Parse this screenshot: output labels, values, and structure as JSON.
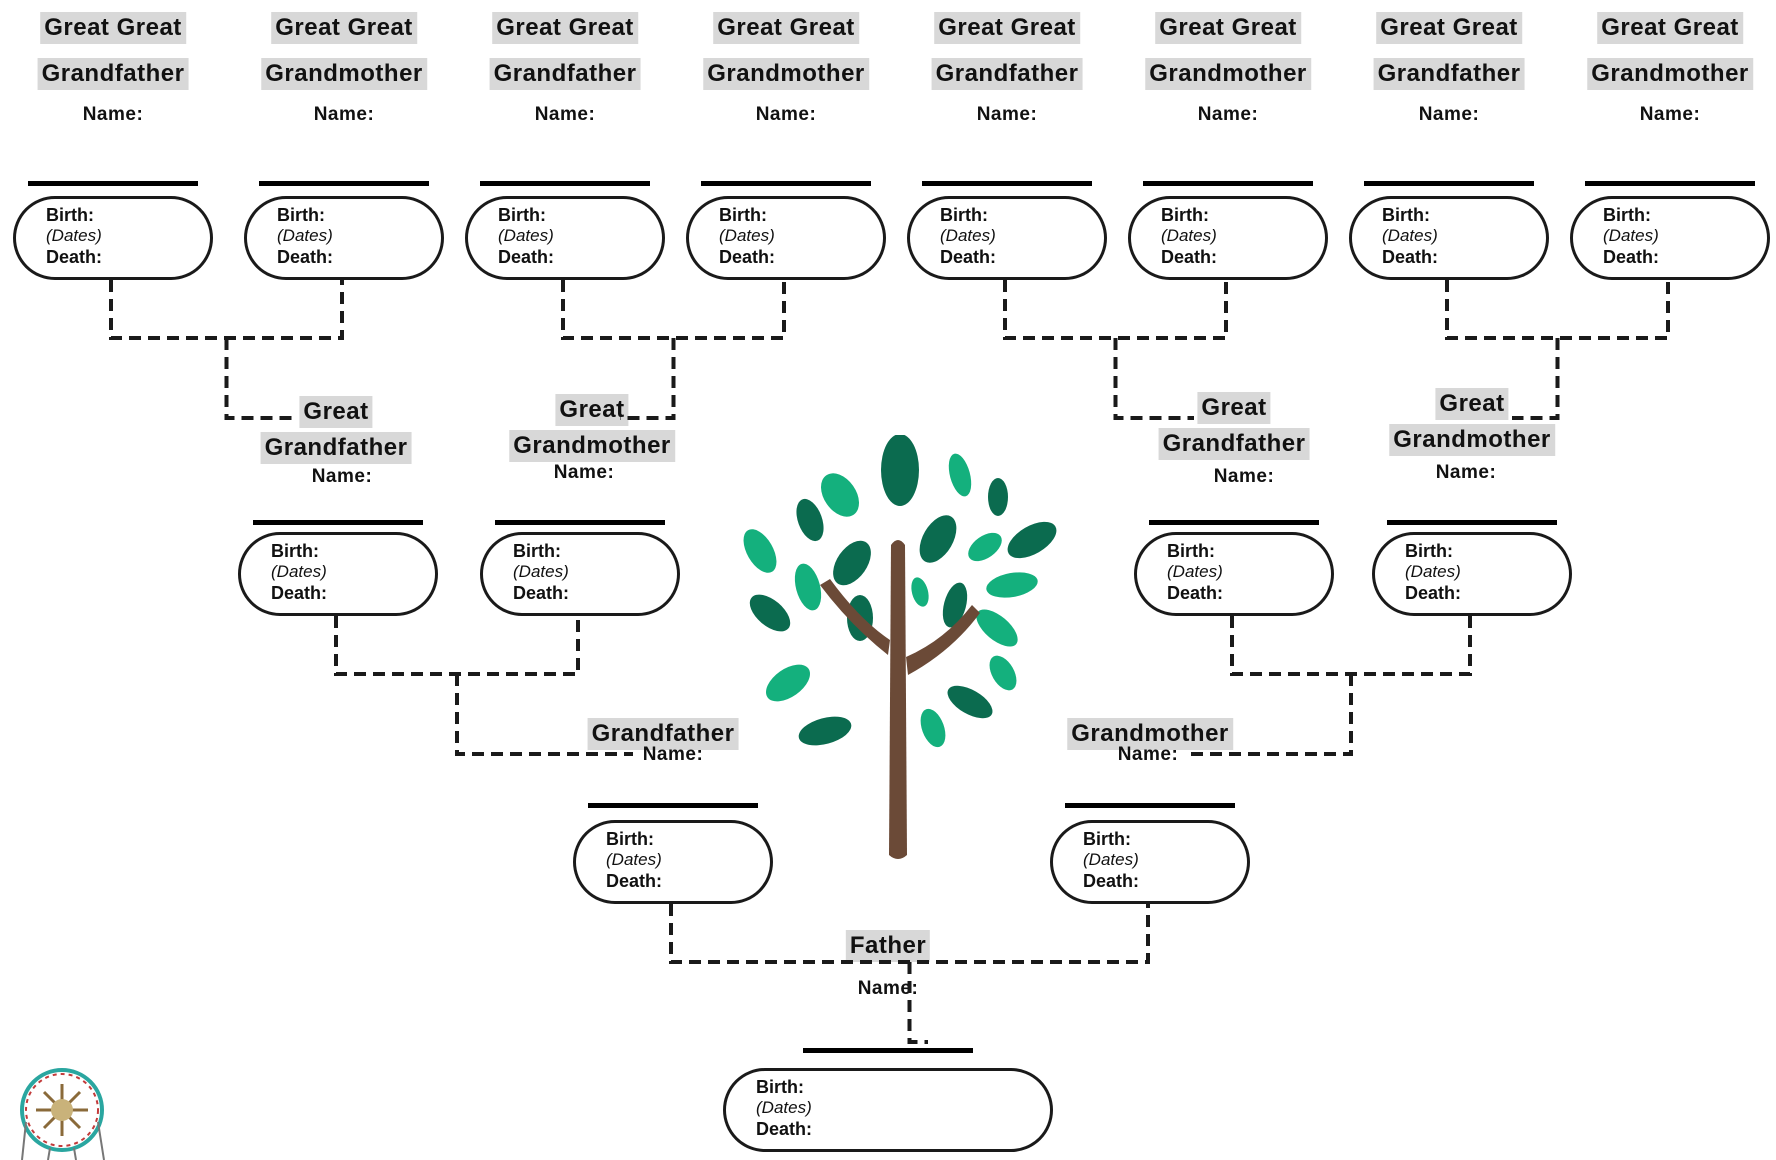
{
  "labels": {
    "birth": "Birth:",
    "dates": "(Dates)",
    "death": "Death:",
    "name": "Name:"
  },
  "generations": [
    {
      "level": "great-great-grandparents",
      "members": [
        {
          "role_line1": "Great Great",
          "role_line2": "Grandfather"
        },
        {
          "role_line1": "Great Great",
          "role_line2": "Grandmother"
        },
        {
          "role_line1": "Great Great",
          "role_line2": "Grandfather"
        },
        {
          "role_line1": "Great Great",
          "role_line2": "Grandmother"
        },
        {
          "role_line1": "Great Great",
          "role_line2": "Grandfather"
        },
        {
          "role_line1": "Great Great",
          "role_line2": "Grandmother"
        },
        {
          "role_line1": "Great Great",
          "role_line2": "Grandfather"
        },
        {
          "role_line1": "Great Great",
          "role_line2": "Grandmother"
        }
      ]
    },
    {
      "level": "great-grandparents",
      "members": [
        {
          "role_line1": "Great",
          "role_line2": "Grandfather"
        },
        {
          "role_line1": "Great",
          "role_line2": "Grandmother"
        },
        {
          "role_line1": "Great",
          "role_line2": "Grandfather"
        },
        {
          "role_line1": "Great",
          "role_line2": "Grandmother"
        }
      ]
    },
    {
      "level": "grandparents",
      "members": [
        {
          "role_line1": "Grandfather"
        },
        {
          "role_line1": "Grandmother"
        }
      ]
    },
    {
      "level": "parent",
      "members": [
        {
          "role_line1": "Father"
        }
      ]
    }
  ],
  "decor": {
    "tree_icon": "tree-icon",
    "logo_icon": "dreamcatcher-icon",
    "colors": {
      "leaf_dark": "#0b6b4f",
      "leaf_mid": "#0c9a6e",
      "leaf_light": "#14b07d",
      "trunk": "#6b4a37",
      "tag_background": "#d8d8d8"
    }
  }
}
